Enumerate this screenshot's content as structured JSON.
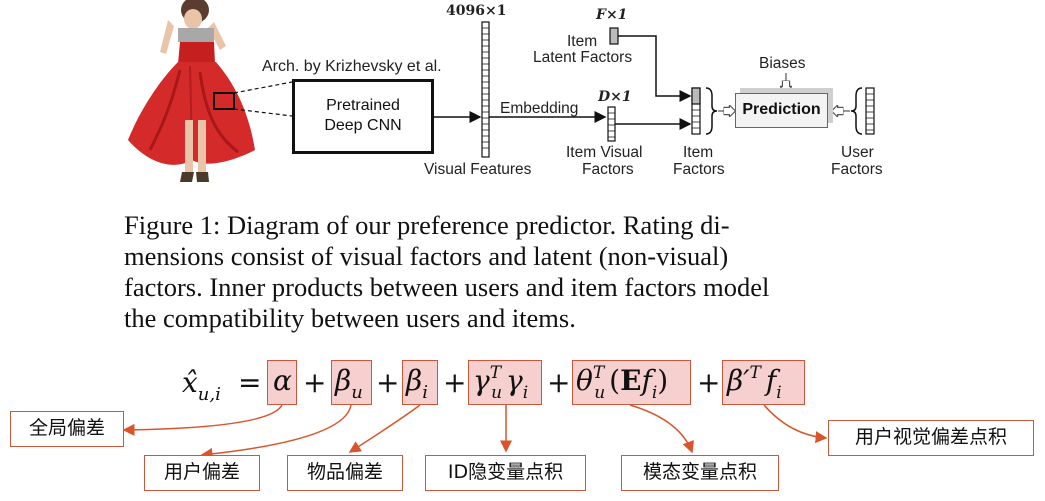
{
  "diagram": {
    "arch_label": "Arch. by Krizhevsky et al.",
    "cnn_line1": "Pretrained",
    "cnn_line2": "Deep CNN",
    "visual_dim": "4096×1",
    "visual_label": "Visual Features",
    "embedding_label": "Embedding",
    "item_latent_dim": "F×1",
    "item_latent_line1": "Item",
    "item_latent_line2": "Latent Factors",
    "item_visual_dim": "D×1",
    "item_visual_line1": "Item Visual",
    "item_visual_line2": "Factors",
    "item_factors_line1": "Item",
    "item_factors_line2": "Factors",
    "biases_label": "Biases",
    "prediction_label": "Prediction",
    "user_factors_line1": "User",
    "user_factors_line2": "Factors"
  },
  "caption": [
    "Figure 1: Diagram of our preference predictor. Rating di-",
    "mensions consist of visual factors and latent (non-visual)",
    "factors. Inner products between users and item factors model",
    "the compatibility between users and items."
  ],
  "formula": {
    "lhs": "x̂",
    "lhs_sub": "u,i",
    "eq": "=",
    "plus": "+",
    "alpha": "α",
    "beta": "β",
    "beta_sub": "u",
    "beta_i": "β",
    "beta_i_sub": "i",
    "gamma": "γ",
    "gamma_sup": "T",
    "gamma_sub": "u",
    "gamma2": "γ",
    "gamma2_sub": "i",
    "theta": "θ",
    "theta_sup": "T",
    "theta_sub": "u",
    "theta_body_open": "(",
    "theta_E": "E",
    "theta_f": "f",
    "theta_f_sub": "i",
    "theta_body_close": ")",
    "bprime": "β′",
    "bprime_sup": "T",
    "bprime_f": "f",
    "bprime_f_sub": "i"
  },
  "annotations": {
    "global_bias": "全局偏差",
    "user_bias": "用户偏差",
    "item_bias": "物品偏差",
    "id_product": "ID隐变量点积",
    "modal_product": "模态变量点积",
    "user_visual_bias": "用户视觉偏差点积"
  },
  "colors": {
    "highlight_fill": "#f6cfcf",
    "highlight_border": "#c9583d",
    "arrow": "#d9542b",
    "dress": "#d42a2a"
  }
}
